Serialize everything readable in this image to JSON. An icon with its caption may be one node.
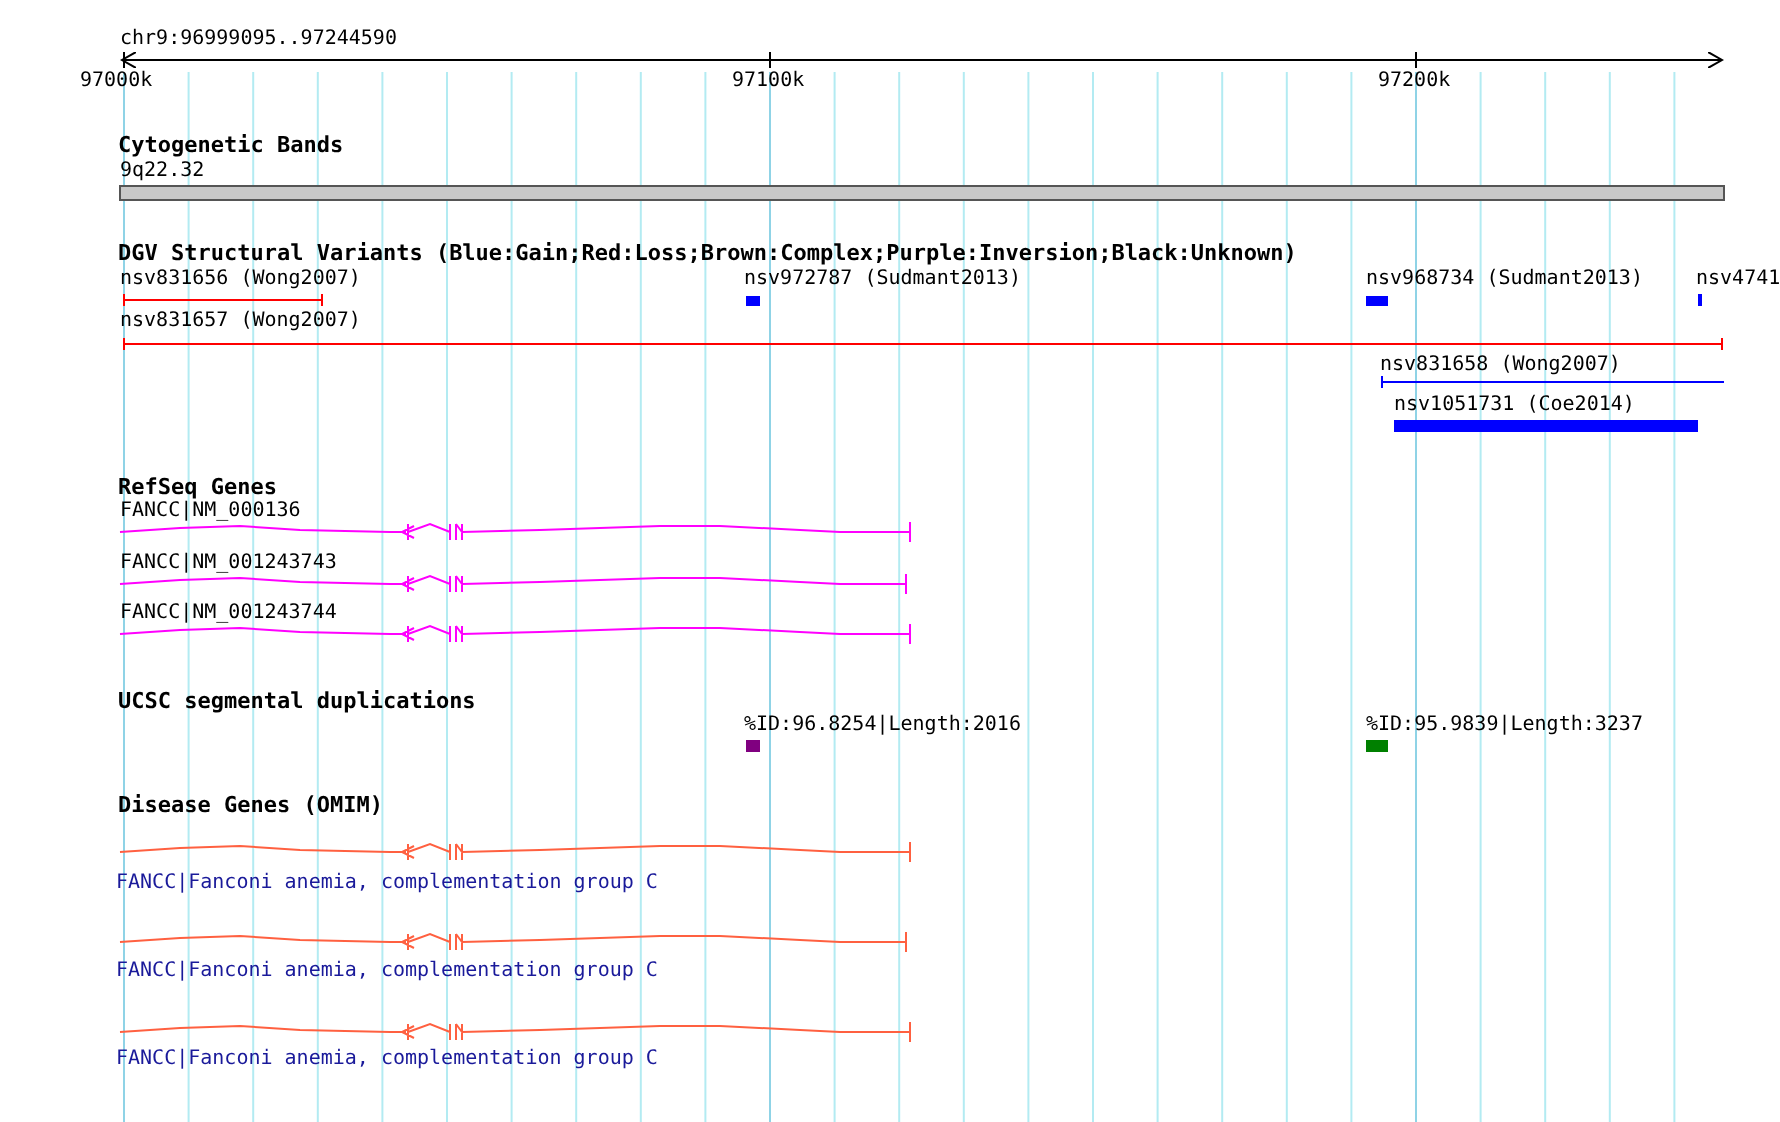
{
  "diagram": {
    "labels": [
      "chr9:96999095..97244590",
      "97000k",
      "97100k",
      "97200k",
      "Cytogenetic Bands",
      "9q22.32",
      "DGV Structural Variants (Blue:Gain;Red:Loss;Brown:Complex;Purple:Inversion;Black:Unknown)",
      "nsv831656 (Wong2007)",
      "nsv972787 (Sudmant2013)",
      "nsv968734 (Sudmant2013)",
      "nsv4741",
      "nsv831657 (Wong2007)",
      "nsv831658 (Wong2007)",
      "nsv1051731 (Coe2014)",
      "RefSeq Genes",
      "FANCC|NM_000136",
      "FANCC|NM_001243743",
      "FANCC|NM_001243744",
      "UCSC segmental duplications",
      "%ID:96.8254|Length:2016",
      "%ID:95.9839|Length:3237",
      "Disease Genes (OMIM)",
      "FANCC|Fanconi anemia, complementation group C",
      "FANCC|Fanconi anemia, complementation group C",
      "FANCC|Fanconi anemia, complementation group C"
    ]
  }
}
